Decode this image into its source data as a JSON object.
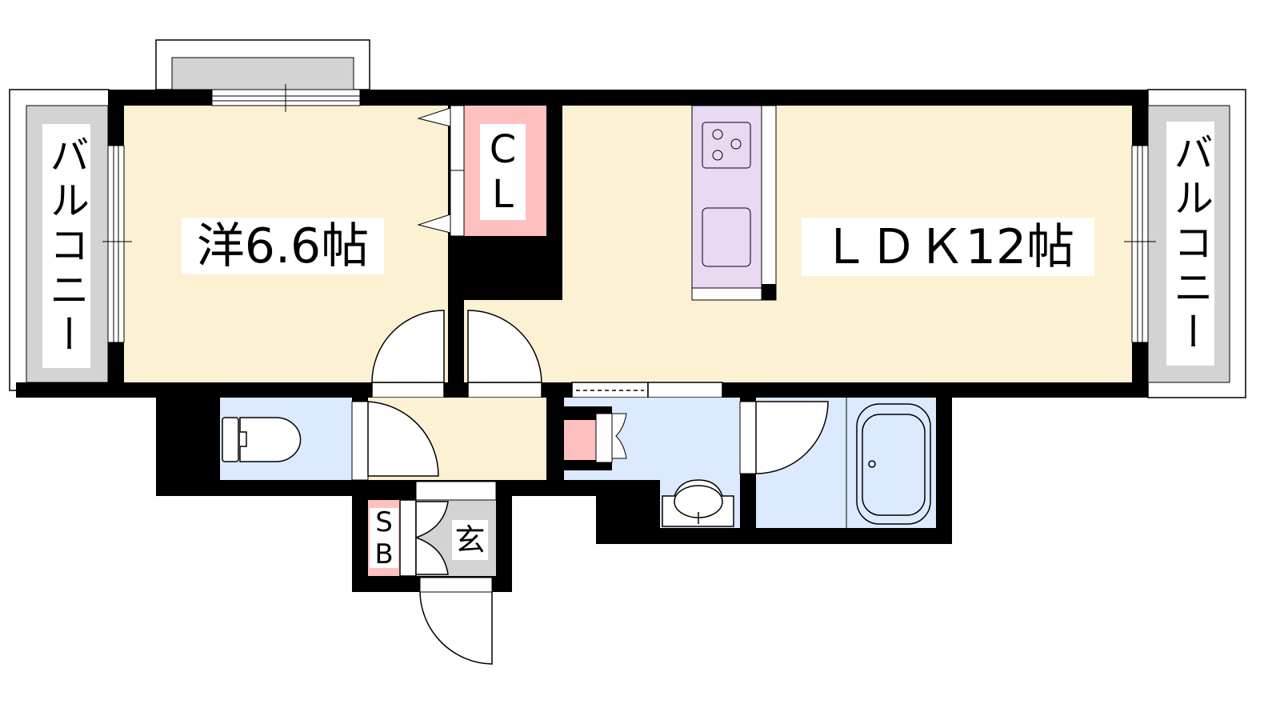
{
  "floorplan": {
    "rooms": {
      "western_room": "洋6.6帖",
      "ldk": "ＬＤＫ12帖",
      "closet": "CL",
      "shoe_box": "SB",
      "entrance": "玄",
      "balcony_left": "バルコニー",
      "balcony_right": "バルコニー"
    },
    "colors": {
      "living": "#fdf1d3",
      "wet": "#dbeafe",
      "storage": "#ffc0c0",
      "kitchen": "#ead9f2",
      "balcony": "#d3d3d3",
      "wall": "#000000"
    }
  }
}
